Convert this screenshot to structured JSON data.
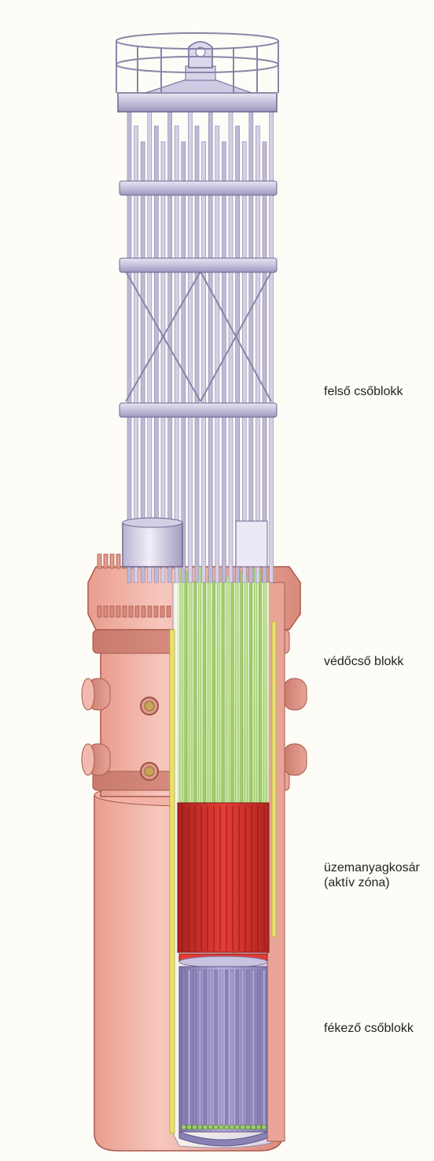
{
  "labels": {
    "upper_tube_block": "felső csőblokk",
    "guide_tube_block": "védőcső blokk",
    "fuel_basket_line1": "üzemanyagkosár",
    "fuel_basket_line2": "(aktív zóna)",
    "brake_tube_block": "fékező csőblokk"
  },
  "colors": {
    "background": "#fefcf7",
    "steel_light": "#e8e4f0",
    "steel_mid": "#c2bdd6",
    "steel_dark": "#8f88ad",
    "vessel_light": "#f3b9ae",
    "vessel_mid": "#e59888",
    "vessel_dark": "#b8675a",
    "guide_green": "#b5dc86",
    "fuel_red": "#d9302c",
    "yellow_tube": "#e8e070",
    "brake_purple": "#9c93c4"
  }
}
